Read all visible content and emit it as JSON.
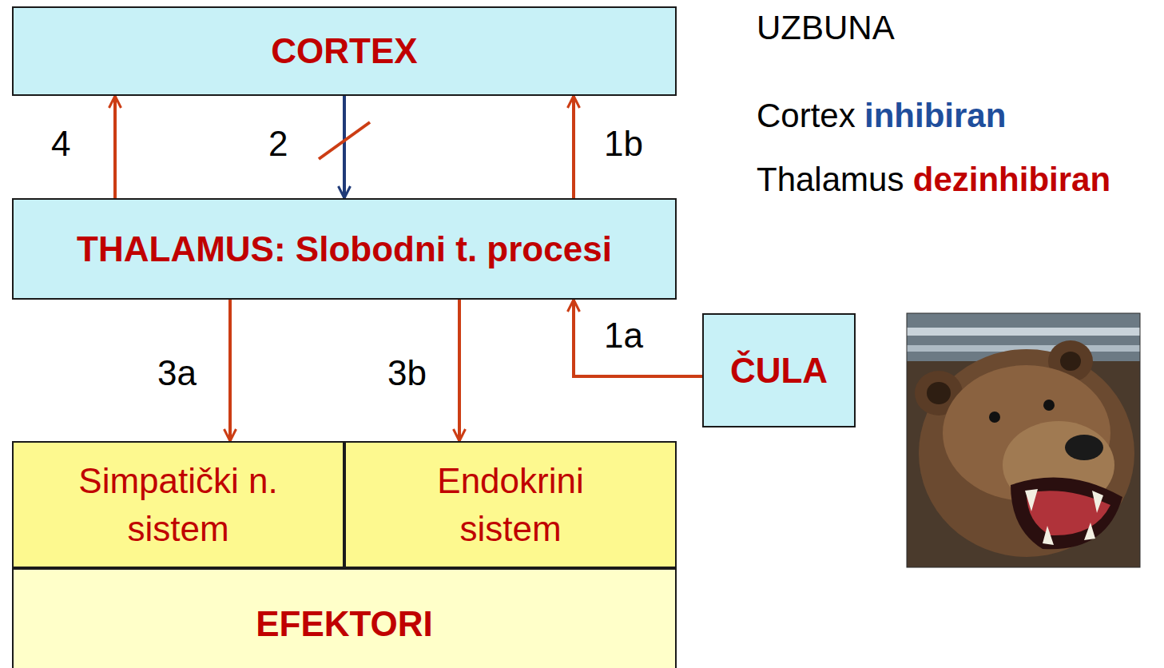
{
  "diagram": {
    "nodes": [
      {
        "text": [
          "CORTEX"
        ]
      },
      {
        "text": [
          "THALAMUS: Slobodni t. procesi"
        ]
      },
      {
        "text": [
          "ČULA"
        ]
      },
      {
        "text": [
          "Simpatički n. sistem"
        ]
      },
      {
        "text": [
          "Endokrini sistem"
        ]
      },
      {
        "text": [
          "EFEKTORI"
        ]
      }
    ],
    "edges": [
      {
        "from": 1,
        "to": 0,
        "arrow": "to",
        "label": "4"
      },
      {
        "from": 0,
        "to": 1,
        "arrow": "to",
        "label": "2"
      },
      {
        "from": 1,
        "to": 0,
        "arrow": "to",
        "label": "1b"
      },
      {
        "from": 2,
        "to": 1,
        "arrow": "to",
        "label": "1a"
      },
      {
        "from": 1,
        "to": 3,
        "arrow": "to",
        "label": "3a"
      },
      {
        "from": 1,
        "to": 4,
        "arrow": "to",
        "label": "3b"
      }
    ],
    "labels": [
      "UZBUNA",
      "Cortex",
      "inhibiran",
      "Thalamus",
      "dezinhibiran"
    ]
  }
}
